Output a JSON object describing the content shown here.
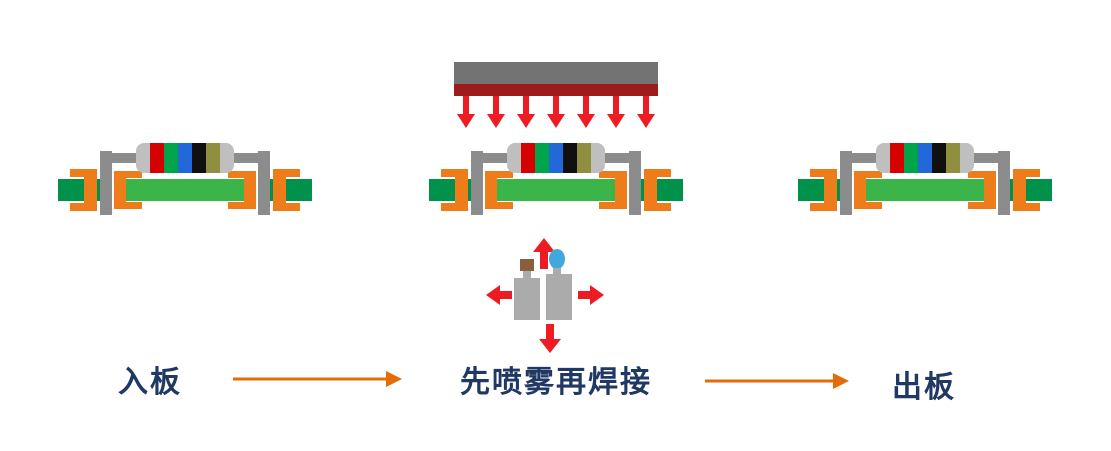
{
  "stages": [
    {
      "id": "in",
      "label": "入板"
    },
    {
      "id": "process",
      "label": "先喷雾再焊接"
    },
    {
      "id": "out",
      "label": "出板"
    }
  ],
  "icons": {
    "component": "pcb-resistor-component",
    "heater": "heater-bar-with-downward-heat-arrows",
    "spray": "dual-spray-nozzles-with-direction-arrows",
    "flow": "right-arrow"
  },
  "colors": {
    "label_text": "#1F3864",
    "flow_arrow": "#E36C09",
    "board_outer": "#00924A",
    "board_inner": "#3BB54A",
    "solder_clip": "#EF7C1A",
    "lead": "#8C8C8C",
    "resistor_body": "#BFBFBF",
    "resistor_bands": [
      "#D50000",
      "#00A44A",
      "#2368D9",
      "#101010",
      "#8F8F3F"
    ],
    "heater_top": "#737373",
    "heater_element": "#9E1B1B",
    "spray_arrow": "#ED1C24",
    "bottle": "#ABABAB",
    "nozzle_cap_left": "#8B5E3C",
    "nozzle_cap_right": "#41A8DC"
  }
}
